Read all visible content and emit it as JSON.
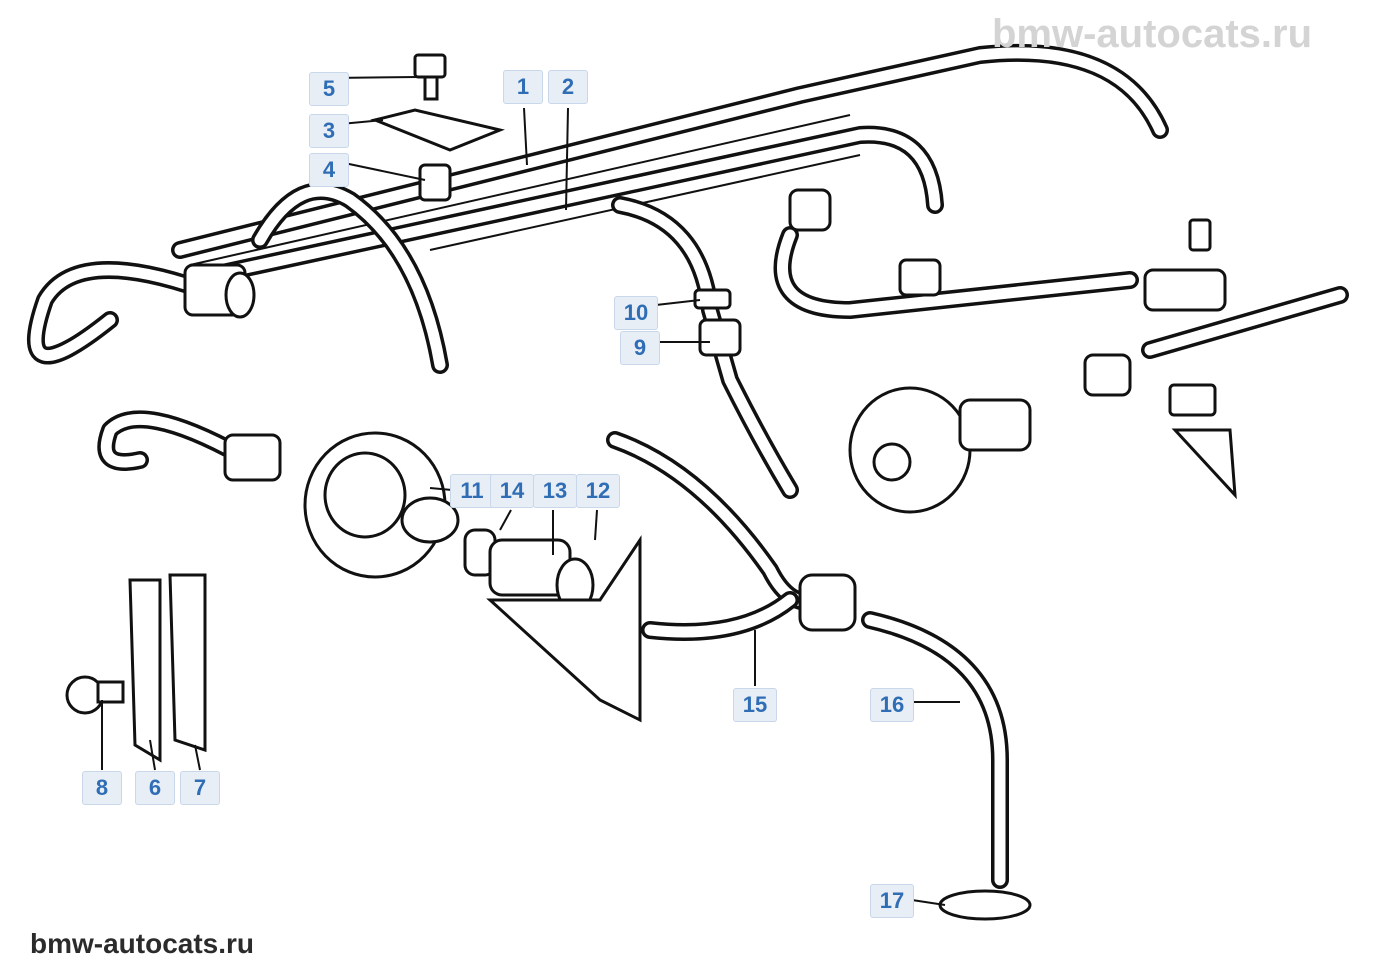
{
  "watermarks": {
    "top": "bmw-autocats.ru",
    "bottom": "bmw-autocats.ru"
  },
  "callouts": [
    {
      "id": "1",
      "text": "1"
    },
    {
      "id": "2",
      "text": "2"
    },
    {
      "id": "3",
      "text": "3"
    },
    {
      "id": "4",
      "text": "4"
    },
    {
      "id": "5",
      "text": "5"
    },
    {
      "id": "6",
      "text": "6"
    },
    {
      "id": "7",
      "text": "7"
    },
    {
      "id": "8",
      "text": "8"
    },
    {
      "id": "9",
      "text": "9"
    },
    {
      "id": "10",
      "text": "10"
    },
    {
      "id": "11",
      "text": "11"
    },
    {
      "id": "12",
      "text": "12"
    },
    {
      "id": "13",
      "text": "13"
    },
    {
      "id": "14",
      "text": "14"
    },
    {
      "id": "15",
      "text": "15"
    },
    {
      "id": "16",
      "text": "16"
    },
    {
      "id": "17",
      "text": "17"
    }
  ],
  "colors": {
    "label_text": "#2f6db5",
    "label_bg": "#e8eef6",
    "label_border": "#c9d7ea",
    "line_art": "#111111"
  }
}
